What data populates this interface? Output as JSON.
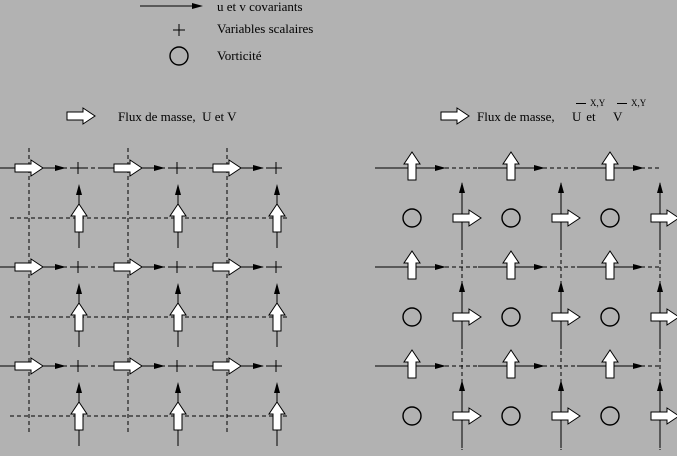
{
  "legend": {
    "items": [
      {
        "symbol": "solid-arrow",
        "label": "u et v covariants"
      },
      {
        "symbol": "plus",
        "label": "Variables scalaires"
      },
      {
        "symbol": "circle",
        "label": "Vorticité"
      }
    ]
  },
  "left_panel": {
    "title": "Flux de masse,  U et V"
  },
  "right_panel": {
    "title_prefix": "Flux de masse, ",
    "title_U": "U",
    "title_mid": " et ",
    "title_V": "V",
    "title_sup": "X,Y"
  },
  "colors": {
    "background": "#b2b2b2",
    "ink": "#000000",
    "hollow_arrow_fill": "#ffffff"
  }
}
